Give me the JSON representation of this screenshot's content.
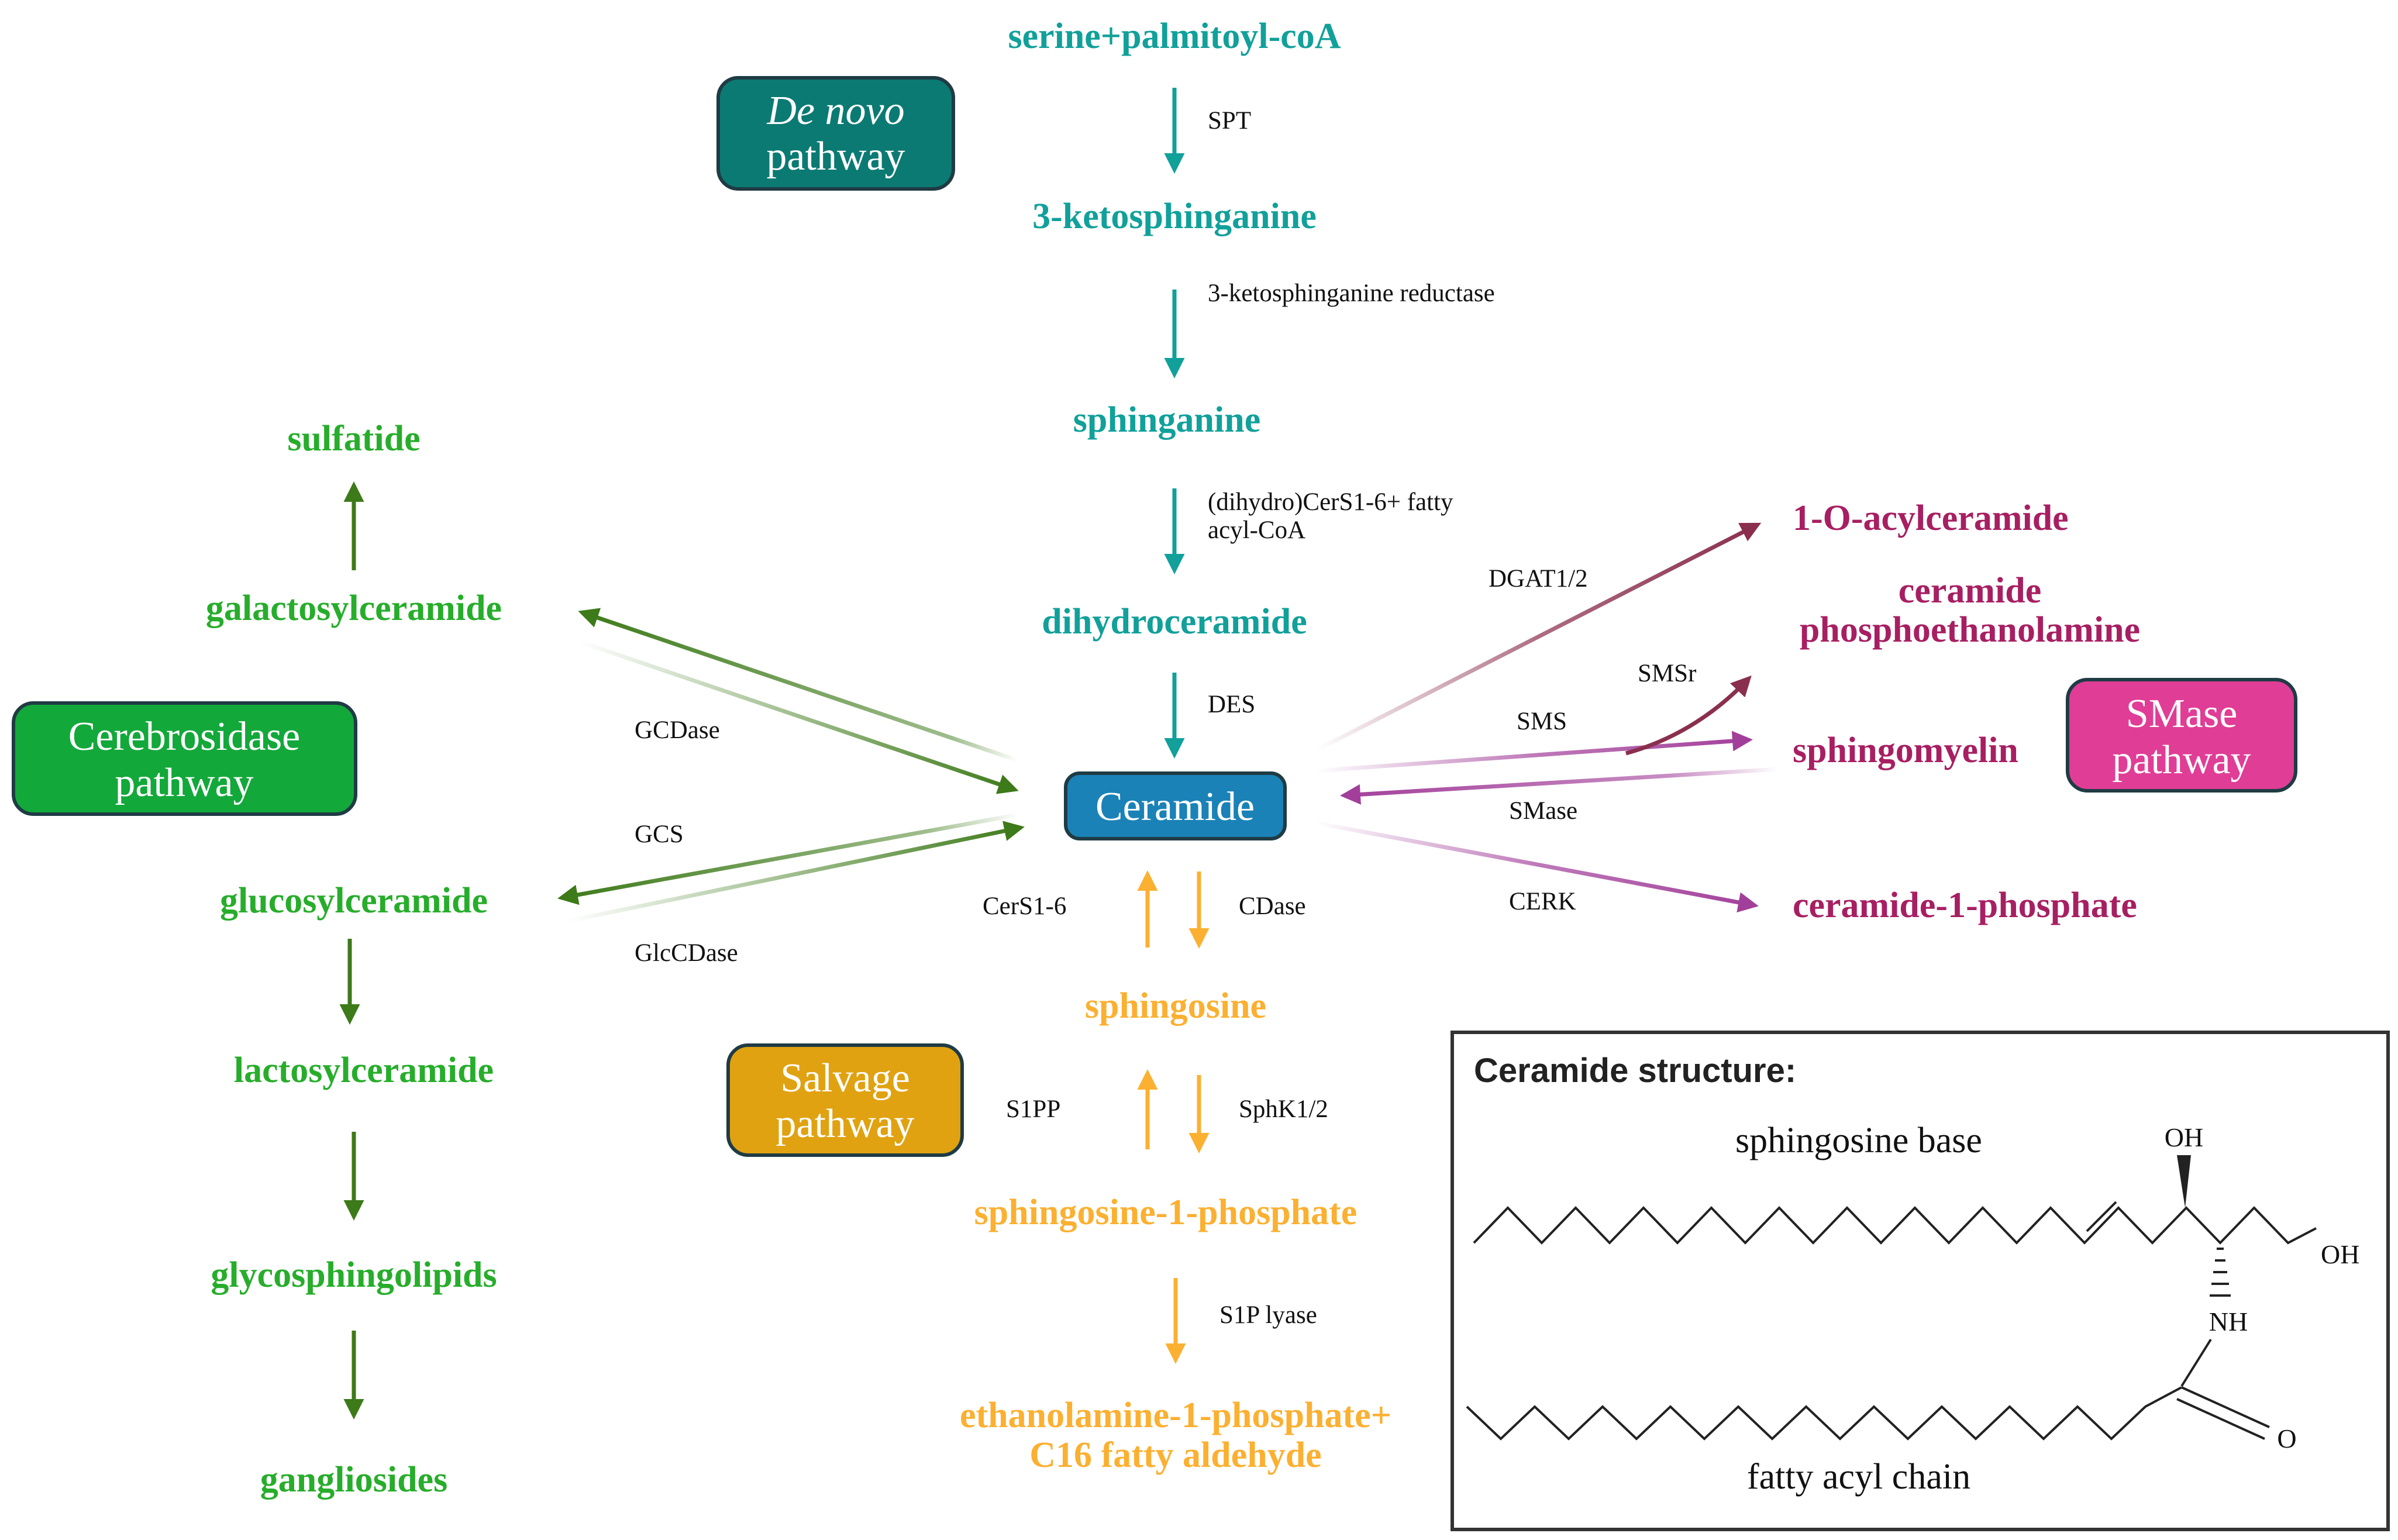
{
  "colors": {
    "teal": "#11a09a",
    "teal_box": "#0b7a73",
    "green": "#27ad2b",
    "green_arrow": "#3d7a19",
    "green_box": "#13a83a",
    "orange": "#fbb031",
    "orange_box": "#e0a211",
    "magenta": "#a71f62",
    "magenta_box": "#e03d96",
    "maroon_arrow": "#8a2f4e",
    "purple_arrow": "#a23f9a",
    "ceramide_box": "#1a82b7",
    "box_border": "#1f3b44"
  },
  "pathways": {
    "de_novo_line1": "De novo",
    "de_novo_line2": "pathway",
    "cerebrosidase_line1": "Cerebrosidase",
    "cerebrosidase_line2": "pathway",
    "salvage_line1": "Salvage",
    "salvage_line2": "pathway",
    "smase_line1": "SMase",
    "smase_line2": "pathway"
  },
  "center": {
    "ceramide": "Ceramide"
  },
  "de_novo": {
    "serine": "serine+palmitoyl-coA",
    "ketosphinganine": "3-ketosphinganine",
    "sphinganine": "sphinganine",
    "dihydroceramide": "dihydroceramide"
  },
  "de_novo_enzymes": {
    "spt": "SPT",
    "reductase": "3-ketosphinganine reductase",
    "cers_line1": "(dihydro)CerS1-6+ fatty",
    "cers_line2": "acyl-CoA",
    "des": "DES"
  },
  "cerebrosidase": {
    "sulfatide": "sulfatide",
    "galactosylceramide": "galactosylceramide",
    "glucosylceramide": "glucosylceramide",
    "lactosylceramide": "lactosylceramide",
    "glycosphingolipids": "glycosphingolipids",
    "gangliosides": "gangliosides"
  },
  "cerebrosidase_enzymes": {
    "gcdase": "GCDase",
    "gcs": "GCS",
    "glccdase": "GlcCDase"
  },
  "smase": {
    "acylceramide": "1-O-acylceramide",
    "cpe_line1": "ceramide",
    "cpe_line2": "phosphoethanolamine",
    "sphingomyelin": "sphingomyelin",
    "c1p": "ceramide-1-phosphate"
  },
  "smase_enzymes": {
    "dgat": "DGAT1/2",
    "smsr": "SMSr",
    "sms": "SMS",
    "smase": "SMase",
    "cerk": "CERK"
  },
  "salvage": {
    "sphingosine": "sphingosine",
    "s1p": "sphingosine-1-phosphate",
    "product_line1": "ethanolamine-1-phosphate+",
    "product_line2": "C16 fatty aldehyde"
  },
  "salvage_enzymes": {
    "cers": "CerS1-6",
    "cdase": "CDase",
    "s1pp": "S1PP",
    "sphk": "SphK1/2",
    "s1p_lyase": "S1P lyase"
  },
  "structure": {
    "title": "Ceramide structure:",
    "sphingosine_base": "sphingosine base",
    "fatty_acyl_chain": "fatty acyl chain",
    "oh_top": "OH",
    "oh_right": "OH",
    "nh": "NH",
    "o": "O"
  }
}
